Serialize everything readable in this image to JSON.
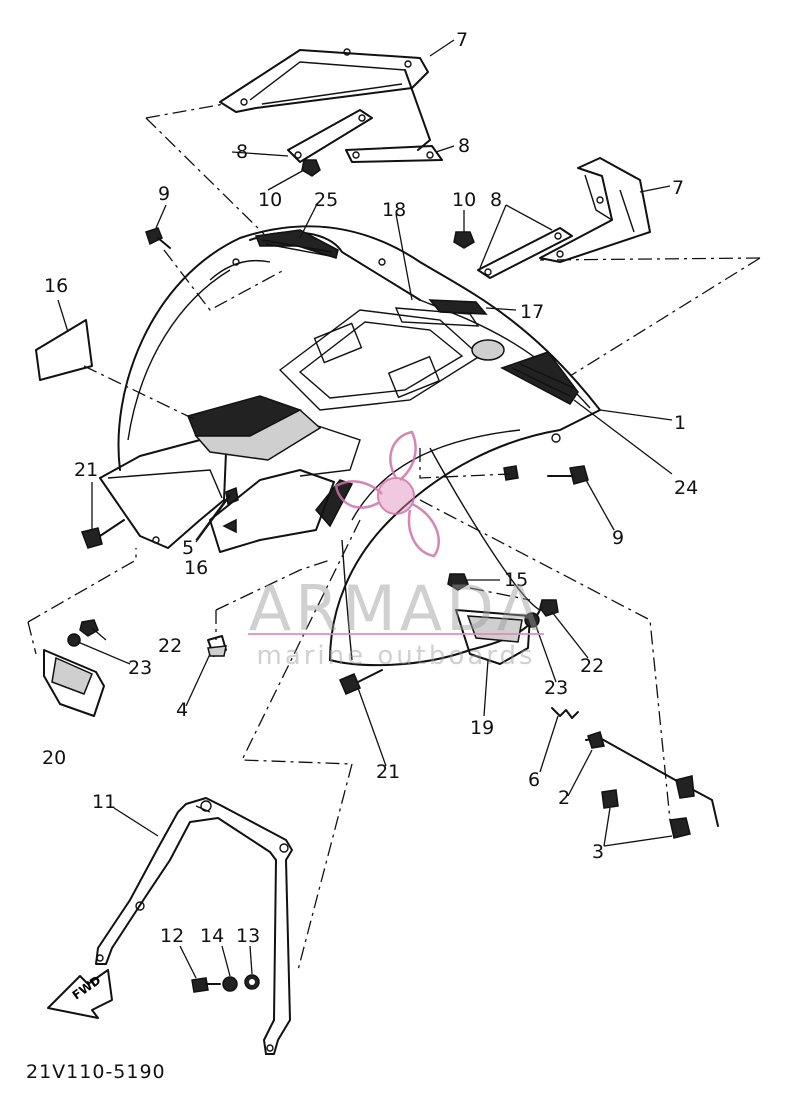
{
  "diagram_code": "21V110-5190",
  "watermark": {
    "brand": "ARMADA",
    "tagline": "marine outboards",
    "color": "#e08bb8"
  },
  "fwd_arrow_text": "FWD",
  "callouts": [
    {
      "id": "c1",
      "number": "1"
    },
    {
      "id": "c2",
      "number": "2"
    },
    {
      "id": "c3",
      "number": "3"
    },
    {
      "id": "c4",
      "number": "4"
    },
    {
      "id": "c5",
      "number": "5"
    },
    {
      "id": "c6",
      "number": "6"
    },
    {
      "id": "c7a",
      "number": "7"
    },
    {
      "id": "c7b",
      "number": "7"
    },
    {
      "id": "c8a",
      "number": "8"
    },
    {
      "id": "c8b",
      "number": "8"
    },
    {
      "id": "c8c",
      "number": "8"
    },
    {
      "id": "c9a",
      "number": "9"
    },
    {
      "id": "c9b",
      "number": "9"
    },
    {
      "id": "c10a",
      "number": "10"
    },
    {
      "id": "c10b",
      "number": "10"
    },
    {
      "id": "c11",
      "number": "11"
    },
    {
      "id": "c12",
      "number": "12"
    },
    {
      "id": "c13",
      "number": "13"
    },
    {
      "id": "c14",
      "number": "14"
    },
    {
      "id": "c15",
      "number": "15"
    },
    {
      "id": "c16a",
      "number": "16"
    },
    {
      "id": "c16b",
      "number": "16"
    },
    {
      "id": "c17",
      "number": "17"
    },
    {
      "id": "c18",
      "number": "18"
    },
    {
      "id": "c19",
      "number": "19"
    },
    {
      "id": "c20",
      "number": "20"
    },
    {
      "id": "c21a",
      "number": "21"
    },
    {
      "id": "c21b",
      "number": "21"
    },
    {
      "id": "c22a",
      "number": "22"
    },
    {
      "id": "c22b",
      "number": "22"
    },
    {
      "id": "c23a",
      "number": "23"
    },
    {
      "id": "c23b",
      "number": "23"
    },
    {
      "id": "c24",
      "number": "24"
    },
    {
      "id": "c25",
      "number": "25"
    }
  ]
}
